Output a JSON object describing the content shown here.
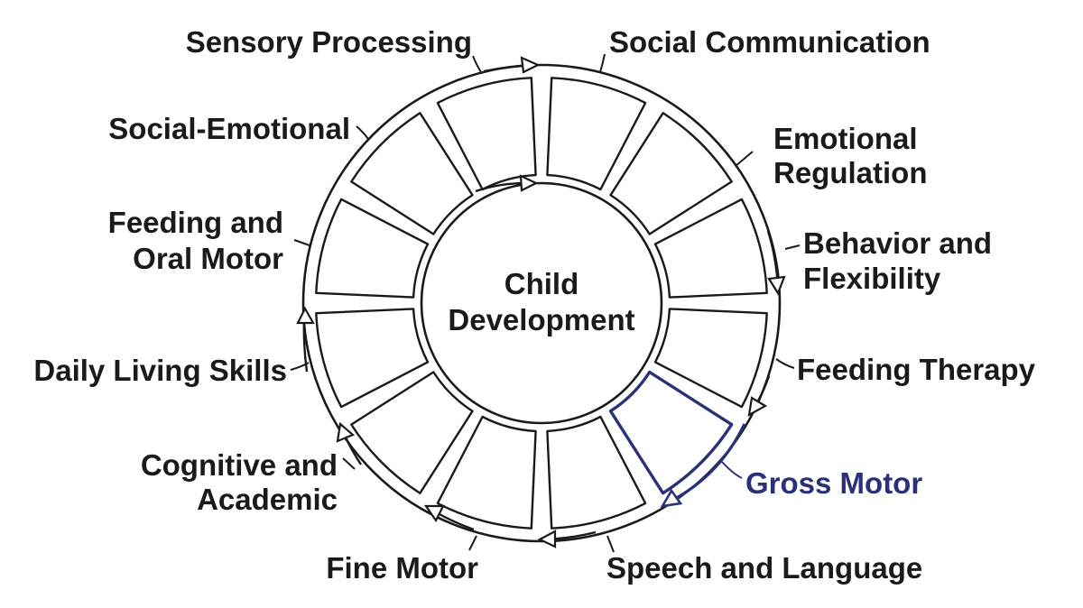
{
  "center": {
    "line1": "Child",
    "line2": "Development"
  },
  "labels": [
    {
      "id": "sensory-processing",
      "lines": [
        "Sensory Processing"
      ]
    },
    {
      "id": "social-communication",
      "lines": [
        "Social Communication"
      ]
    },
    {
      "id": "emotional-regulation",
      "lines": [
        "Emotional",
        "Regulation"
      ]
    },
    {
      "id": "behavior-and-flexibility",
      "lines": [
        "Behavior and",
        "Flexibility"
      ]
    },
    {
      "id": "feeding-therapy",
      "lines": [
        "Feeding Therapy"
      ]
    },
    {
      "id": "gross-motor",
      "lines": [
        "Gross Motor"
      ],
      "highlight": true
    },
    {
      "id": "speech-and-language",
      "lines": [
        "Speech and Language"
      ]
    },
    {
      "id": "fine-motor",
      "lines": [
        "Fine Motor"
      ]
    },
    {
      "id": "cognitive-and-academic",
      "lines": [
        "Cognitive and",
        "Academic"
      ]
    },
    {
      "id": "daily-living-skills",
      "lines": [
        "Daily Living Skills"
      ]
    },
    {
      "id": "feeding-and-oral-motor",
      "lines": [
        "Feeding and",
        "Oral Motor"
      ]
    },
    {
      "id": "social-emotional",
      "lines": [
        "Social-Emotional"
      ]
    }
  ],
  "colors": {
    "ink": "#1a1a1a",
    "highlight": "#2a3178",
    "background": "#ffffff"
  },
  "segment_count": 12,
  "highlighted_segment": "gross-motor"
}
